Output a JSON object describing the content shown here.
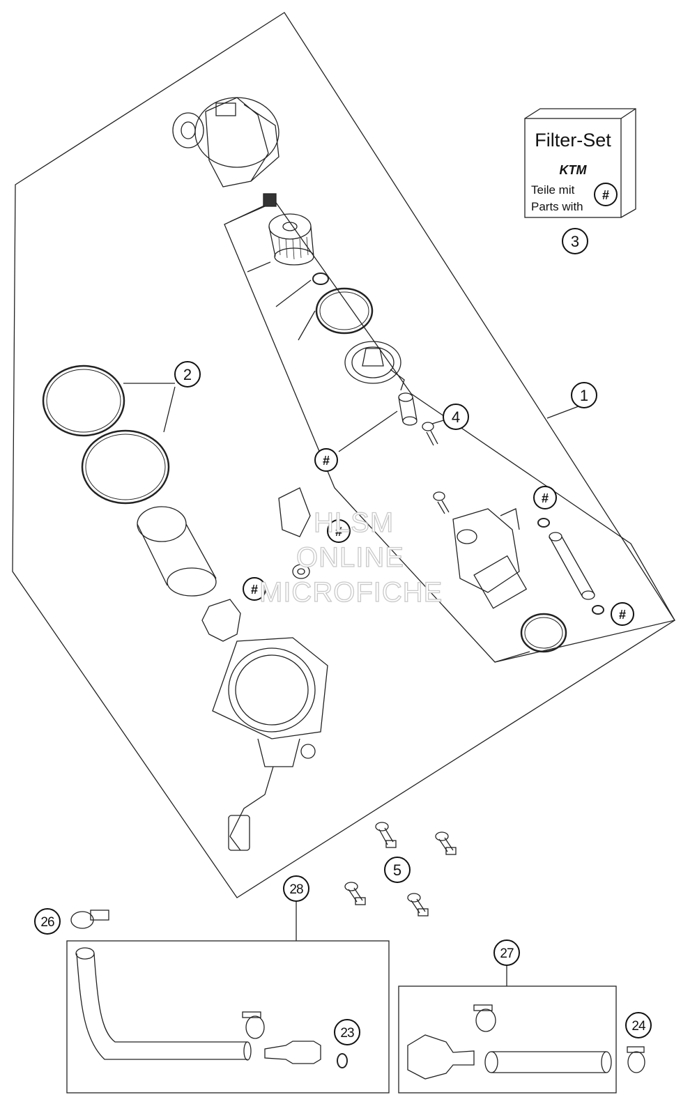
{
  "filter_set_box": {
    "title": "Filter-Set",
    "logo": "KTM",
    "line1": "Teile mit",
    "line2": "Parts with",
    "marker": "#"
  },
  "callouts": {
    "c1": "1",
    "c2": "2",
    "c3": "3",
    "c4": "4",
    "c5": "5",
    "c23": "23",
    "c24": "24",
    "c26": "26",
    "c27": "27",
    "c28": "28"
  },
  "hash_marker": "#",
  "watermark": {
    "line1": "HLSM",
    "line2": "ONLINE",
    "line3": "MICROFICHE"
  }
}
